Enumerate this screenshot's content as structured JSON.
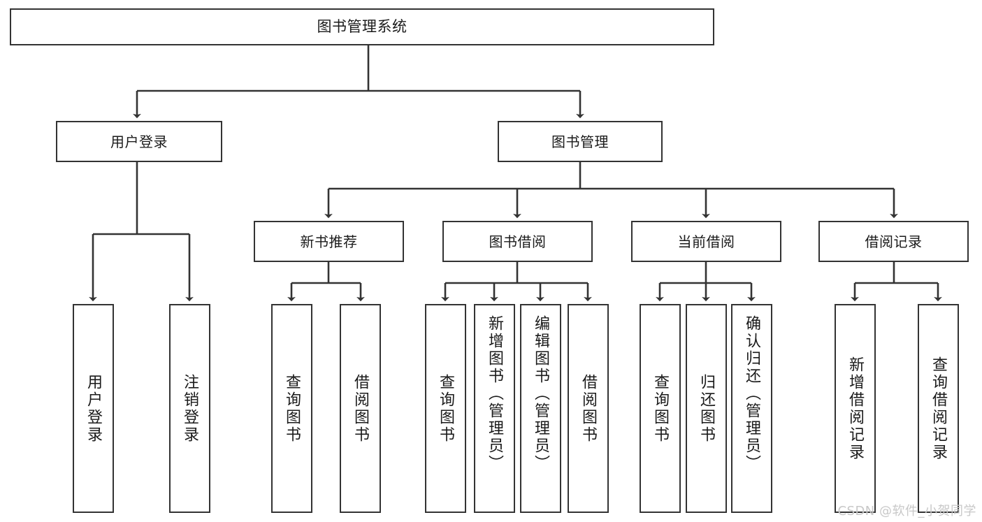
{
  "diagram": {
    "title": "图书管理系统",
    "type": "tree",
    "background_color": "#ffffff",
    "line_color": "#333333",
    "box_fill": "#ffffff"
  },
  "root": {
    "label": "图书管理系统"
  },
  "tier2": [
    {
      "label": "用户登录"
    },
    {
      "label": "图书管理"
    }
  ],
  "tier3": [
    {
      "label": "新书推荐"
    },
    {
      "label": "图书借阅"
    },
    {
      "label": "当前借阅"
    },
    {
      "label": "借阅记录"
    }
  ],
  "leaves": {
    "user_login": [
      {
        "label": "用户登录"
      },
      {
        "label": "注销登录"
      }
    ],
    "new_book_recommend": [
      {
        "label": "查询图书"
      },
      {
        "label": "借阅图书"
      }
    ],
    "book_borrow": [
      {
        "label": "查询图书"
      },
      {
        "label": "新增图书（管理员）"
      },
      {
        "label": "编辑图书（管理员）"
      },
      {
        "label": "借阅图书"
      }
    ],
    "current_borrow": [
      {
        "label": "查询图书"
      },
      {
        "label": "归还图书"
      },
      {
        "label": "确认归还（管理员）"
      }
    ],
    "borrow_records": [
      {
        "label": "新增借阅记录"
      },
      {
        "label": "查询借阅记录"
      }
    ]
  },
  "watermark": {
    "text": "CSDN @软件_小贺同学",
    "color": "#c8c8c8"
  }
}
